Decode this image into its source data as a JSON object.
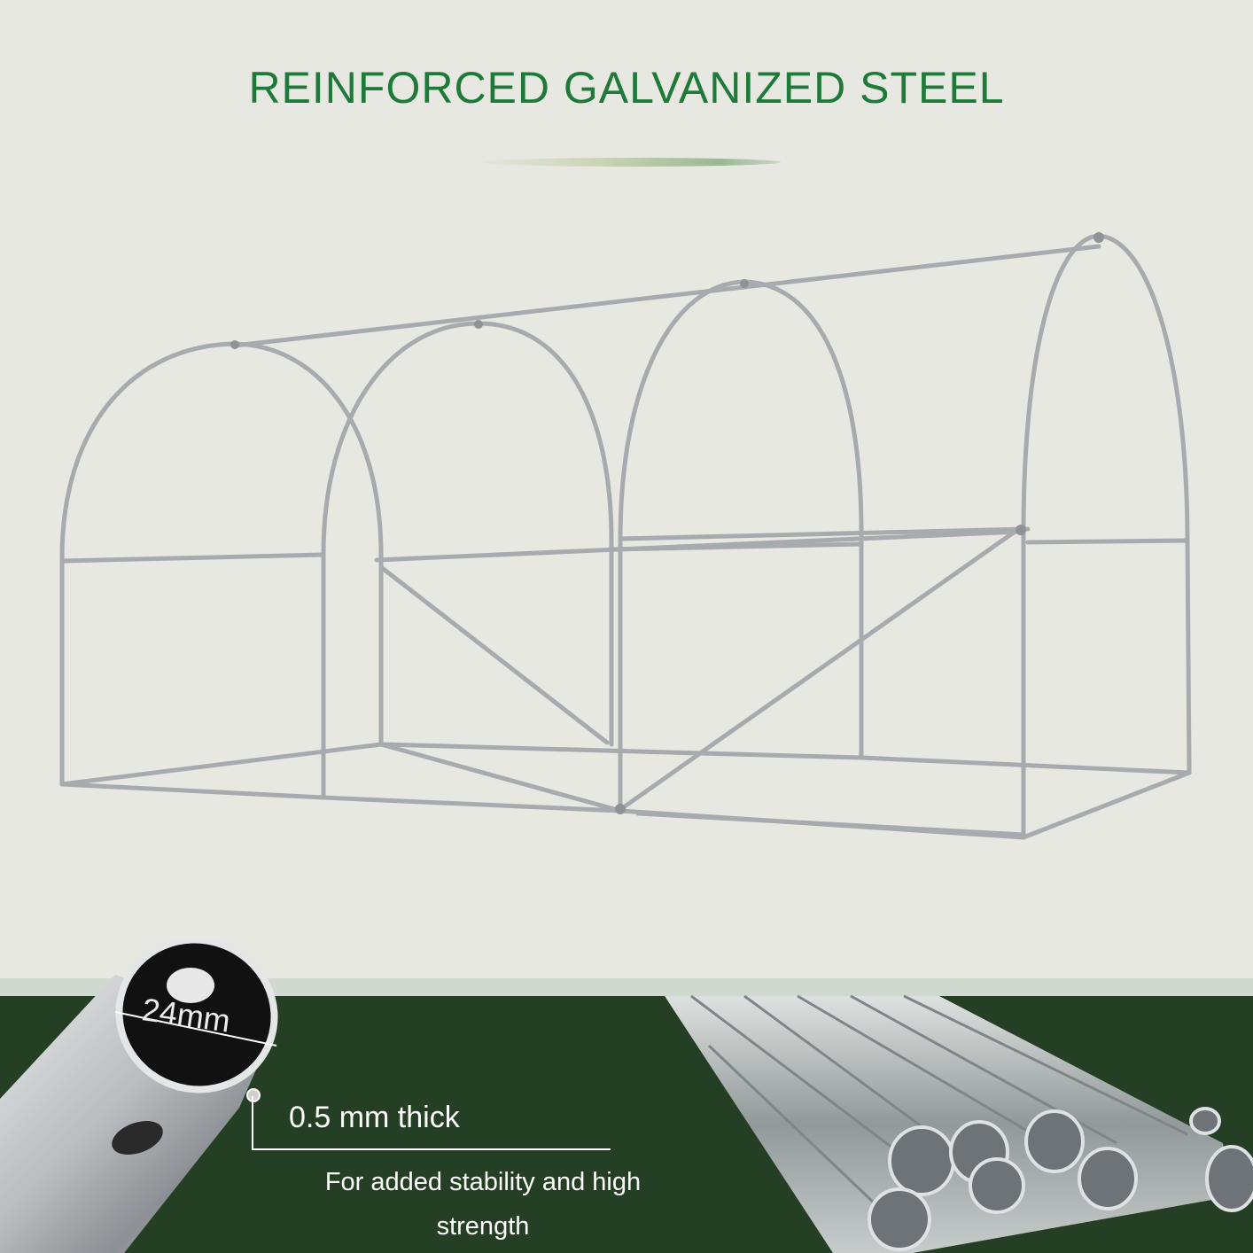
{
  "title": "REINFORCED GALVANIZED STEEL",
  "pipe_diameter_label": "24mm",
  "thickness_label": "0.5 mm thick",
  "description_line1": "For added stability and high",
  "description_line2": "strength",
  "colors": {
    "title_green": "#1f7a3a",
    "background": "#e6e8e1",
    "panel_green": "#243f23",
    "steel": "#a9adb0"
  },
  "icons": [
    "greenhouse-frame-image",
    "pipe-cross-section-image",
    "steel-tubes-image"
  ]
}
